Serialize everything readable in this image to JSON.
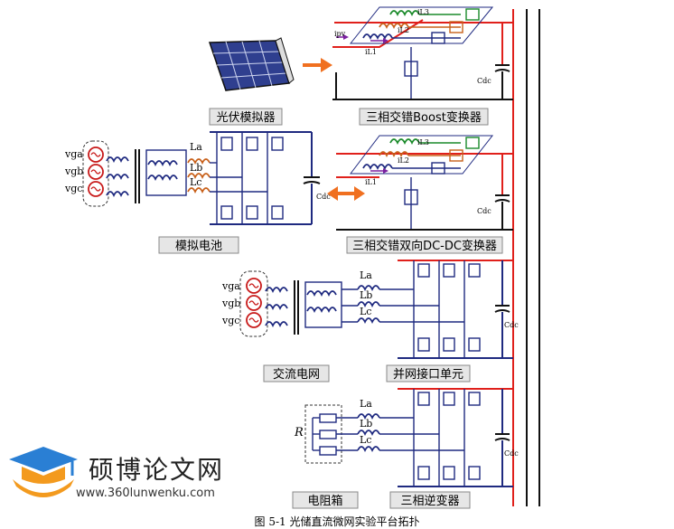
{
  "labels": {
    "pv_sim": "光伏模拟器",
    "boost": "三相交错Boost变换器",
    "battery_sim": "模拟电池",
    "dcdc": "三相交错双向DC-DC变换器",
    "ac_grid": "交流电网",
    "grid_unit": "并网接口单元",
    "resistor_box": "电阻箱",
    "inverter": "三相逆变器"
  },
  "symbols": {
    "iL1": "iL1",
    "iL2": "iL2",
    "iL3": "iL3",
    "ipv": "ipv",
    "Cdc": "Cdc",
    "La": "La",
    "Lb": "Lb",
    "Lc": "Lc",
    "vga": "vga",
    "vgb": "vgb",
    "vgc": "vgc",
    "R": "R"
  },
  "logo": {
    "title": "硕博论文网",
    "url": "www.360lunwenku.com"
  },
  "caption": "图 5-1 光储直流微网实验平台拓扑",
  "colors": {
    "bus_red": "#e0201b",
    "wire_blue": "#1f2a80",
    "coil_orange": "#c8601a",
    "coil_green": "#1a8a2a",
    "arrow_orange": "#f07020",
    "logo_blue": "#2a7fd4",
    "logo_orange": "#f39a1e",
    "label_bg": "#e6e6e6"
  }
}
